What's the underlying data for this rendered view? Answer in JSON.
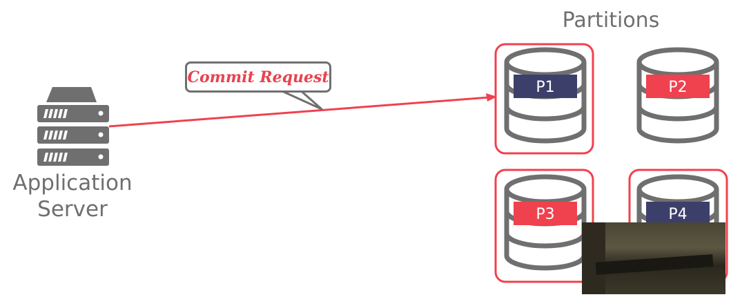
{
  "title": "Partitions",
  "server": {
    "label_line1": "Application",
    "label_line2": "Server",
    "icon": "server-rack-icon"
  },
  "callout": {
    "text": "Commit Request"
  },
  "partitions": [
    {
      "label": "P1",
      "band_color": "#3d3f6b",
      "highlighted": true
    },
    {
      "label": "P2",
      "band_color": "#f0414e",
      "highlighted": false
    },
    {
      "label": "P3",
      "band_color": "#f0414e",
      "highlighted": true
    },
    {
      "label": "P4",
      "band_color": "#3d3f6b",
      "highlighted": true
    }
  ],
  "colors": {
    "accent": "#f0414e",
    "gray": "#6f6f6f",
    "navy": "#3d3f6b"
  }
}
